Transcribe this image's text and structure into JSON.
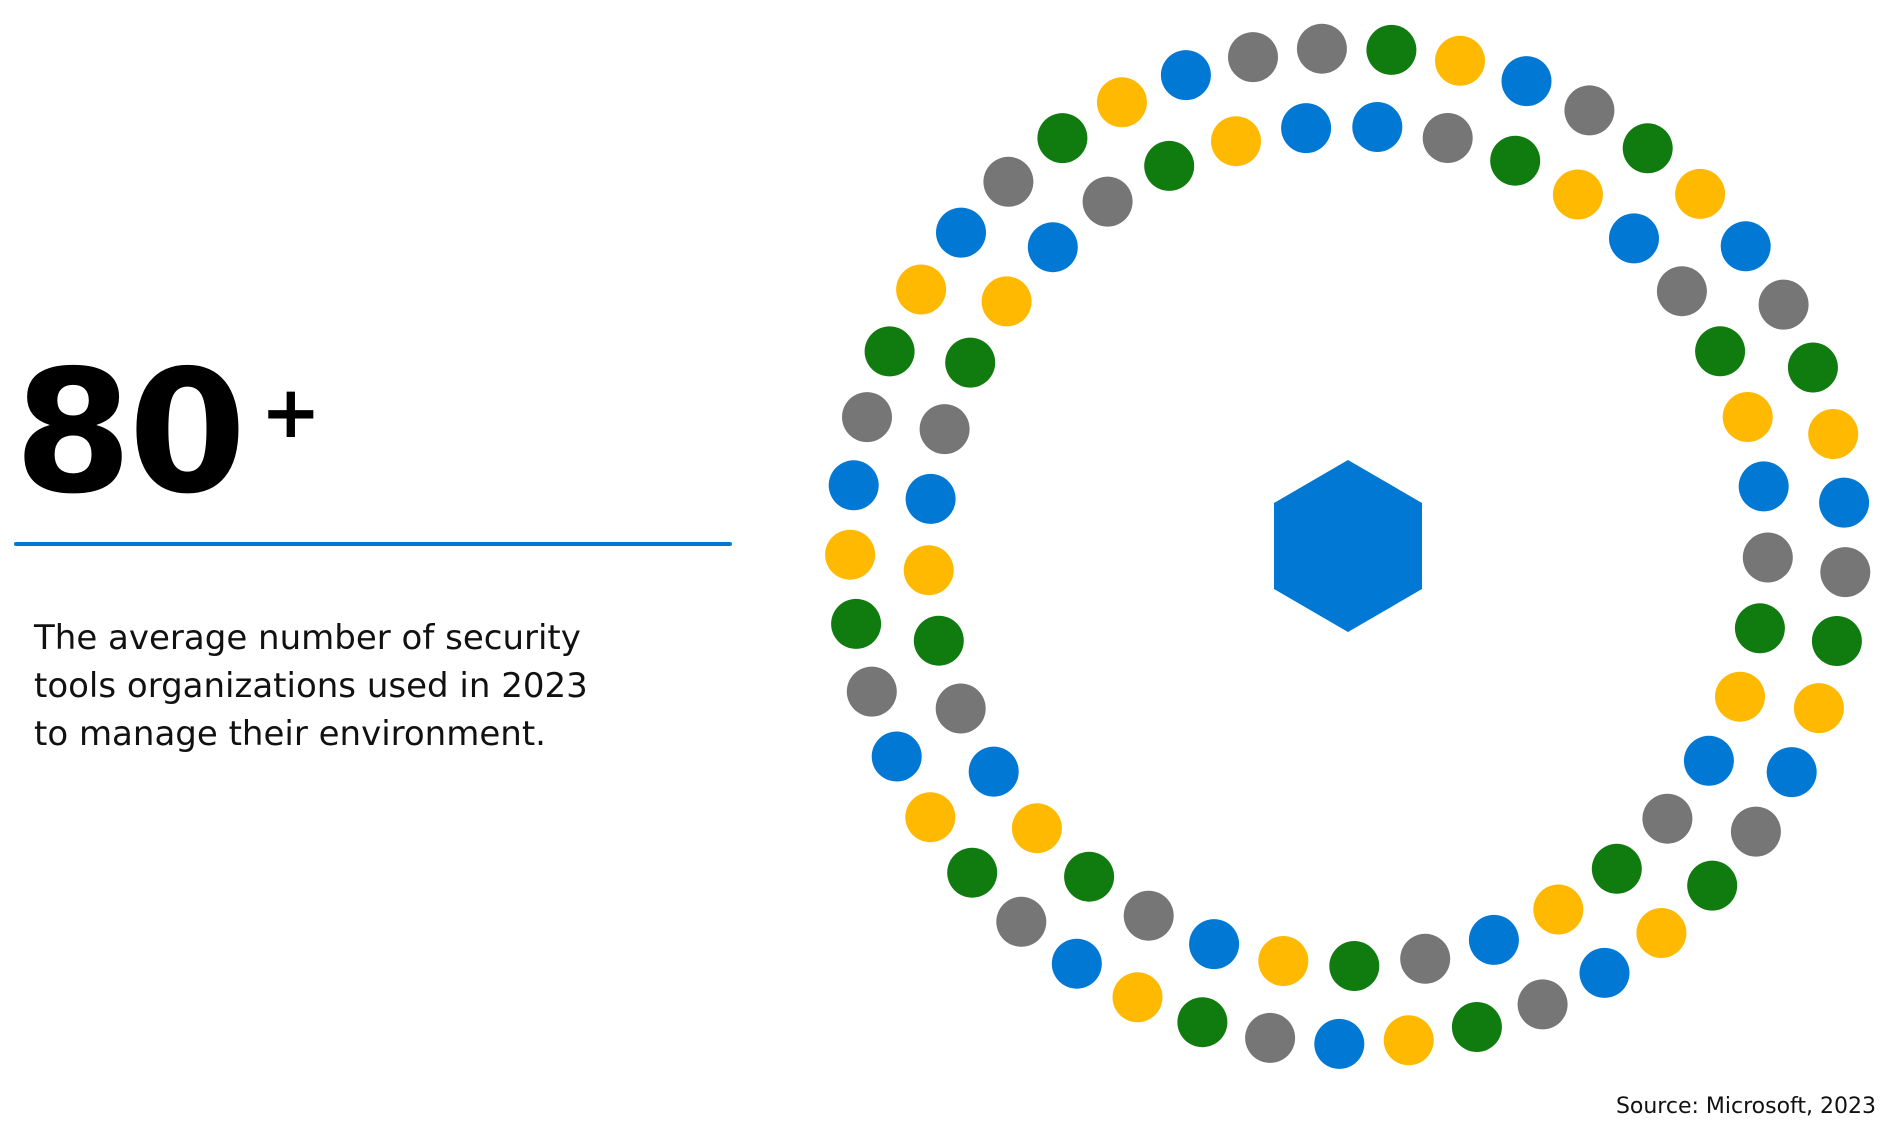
{
  "stat": {
    "number": "80",
    "suffix": "+"
  },
  "description": {
    "lines": [
      "The average number of security",
      "tools organizations used in 2023",
      "to manage their environment."
    ]
  },
  "source": "Source: Microsoft, 2023",
  "illustration": {
    "center_icon": "hexagon-icon",
    "dot_count": 82,
    "color_cycle": [
      "#767676",
      "#107c10",
      "#ffb900",
      "#0078d4"
    ],
    "hexagon_color": "#0078d4",
    "divider_color": "#0078d4"
  }
}
